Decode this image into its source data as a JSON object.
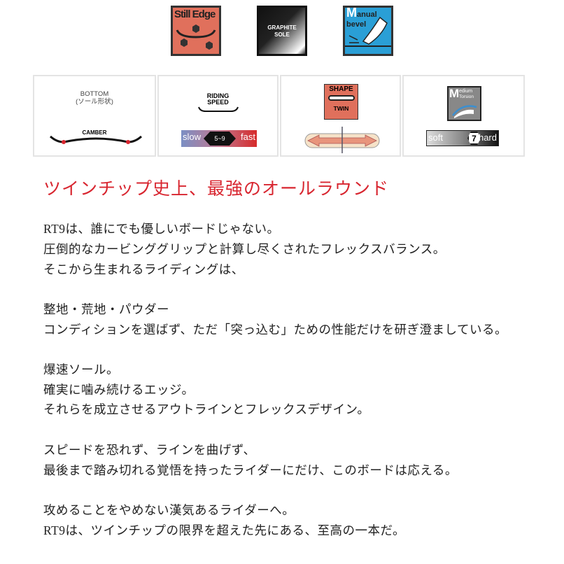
{
  "feature_icons": [
    {
      "name": "still-edge",
      "label": "Still Edge",
      "color": "#e0705c"
    },
    {
      "name": "graphite-sole",
      "label_line1": "GRAPHITE",
      "label_line2": "SOLE",
      "color": "#111111"
    },
    {
      "name": "manual-bevel",
      "label_big": "M",
      "label_rest": "anual",
      "label_line2": "bevel",
      "color": "#2a9fd6"
    }
  ],
  "spec_cards": [
    {
      "title": "BOTTOM",
      "subtitle": "(ソール形状)",
      "value": "CAMBER"
    },
    {
      "title_line1": "RIDING",
      "title_line2": "SPEED",
      "scale_low": "slow",
      "scale_high": "fast",
      "value": "5~9"
    },
    {
      "title": "SHAPE",
      "value": "TWIN"
    },
    {
      "title_big": "M",
      "title_rest": "edium",
      "title_line2": "Torsion",
      "scale_low": "soft",
      "scale_high": "hard",
      "value": "7"
    }
  ],
  "headline": "ツインチップ史上、最強のオールラウンド",
  "headline_color": "#d8252f",
  "paragraphs": [
    [
      "RT9は、誰にでも優しいボードじゃない。",
      "圧倒的なカービンググリップと計算し尽くされたフレックスバランス。",
      "そこから生まれるライディングは、"
    ],
    [
      "整地・荒地・パウダー",
      "コンディションを選ばず、ただ「突っ込む」ための性能だけを研ぎ澄ましている。"
    ],
    [
      "爆速ソール。",
      "確実に噛み続けるエッジ。",
      "それらを成立させるアウトラインとフレックスデザイン。"
    ],
    [
      "スピードを恐れず、ラインを曲げず、",
      "最後まで踏み切れる覚悟を持ったライダーにだけ、このボードは応える。"
    ],
    [
      "攻めることをやめない漢気あるライダーへ。",
      "RT9は、ツインチップの限界を超えた先にある、至高の一本だ。"
    ]
  ]
}
